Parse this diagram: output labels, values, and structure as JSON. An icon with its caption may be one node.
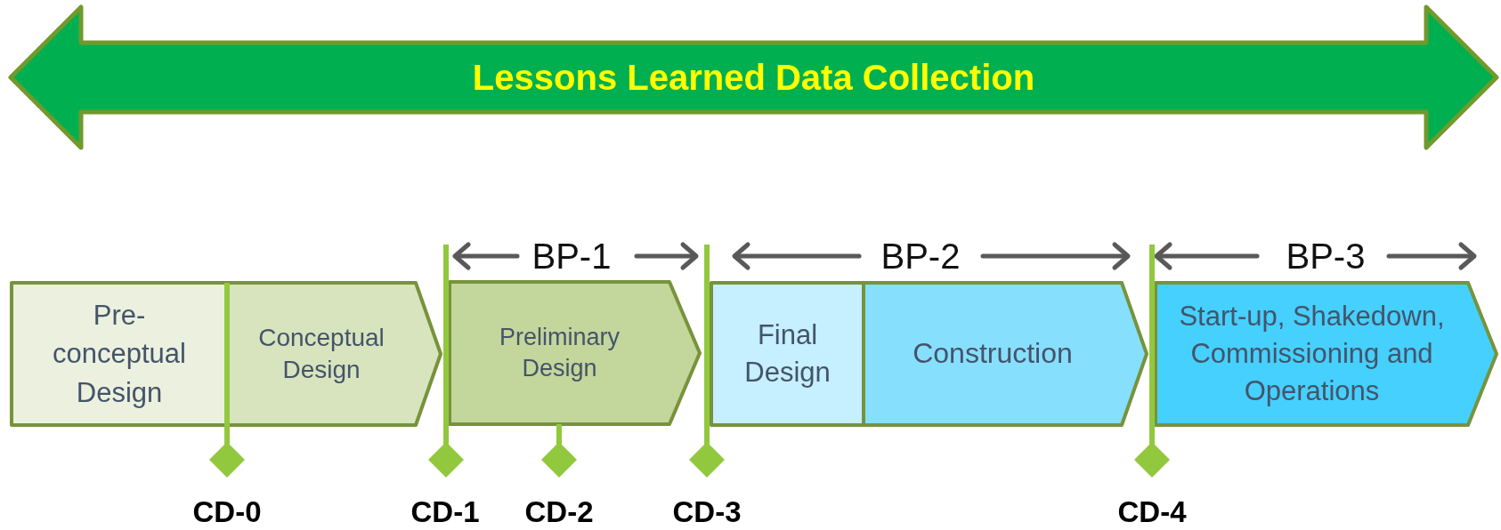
{
  "diagram": {
    "nodes": [
      {
        "text": [
          "Lessons Learned Data Collection"
        ]
      },
      {
        "text": [
          "Pre-conceptual Design"
        ]
      },
      {
        "text": [
          "Conceptual Design"
        ]
      },
      {
        "text": [
          "Preliminary Design"
        ]
      },
      {
        "text": [
          "Final Design"
        ]
      },
      {
        "text": [
          "Construction"
        ]
      },
      {
        "text": [
          "Start-up, Shakedown, Commissioning and Operations"
        ]
      }
    ],
    "labels": [
      "BP-1",
      "BP-2",
      "BP-3",
      "CD-0",
      "CD-1",
      "CD-2",
      "CD-3",
      "CD-4"
    ]
  }
}
